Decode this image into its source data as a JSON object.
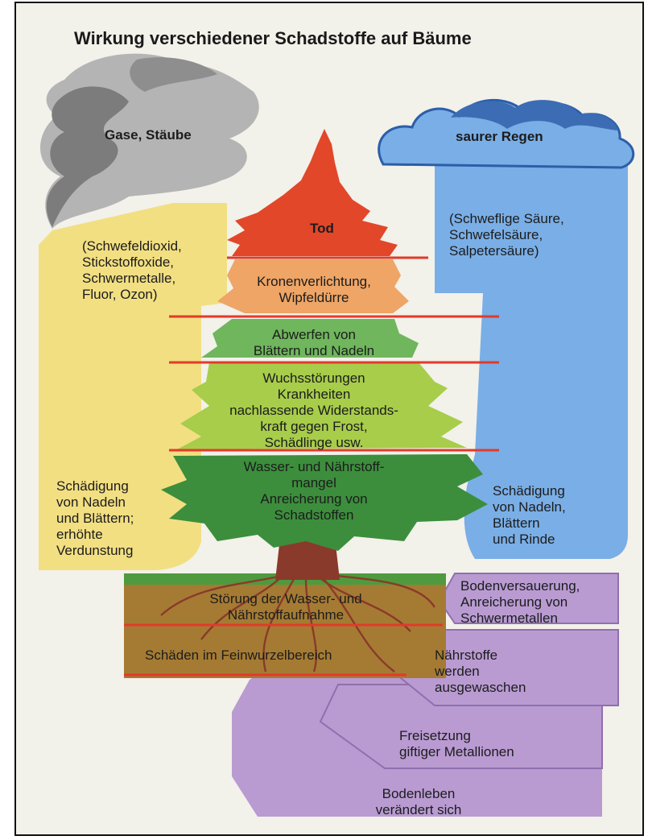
{
  "title": "Wirkung verschiedener Schadstoffe auf Bäume",
  "left_source": {
    "heading": "Gase, Stäube",
    "substances": "(Schwefeldioxid,\nStickstoffoxide,\nSchwermetalle,\nFluor, Ozon)",
    "effect": "Schädigung\nvon Nadeln\nund Blättern;\nerhöhte\nVerdunstung"
  },
  "right_source": {
    "heading": "saurer Regen",
    "substances": "(Schweflige Säure,\nSchwefelsäure,\nSalpetersäure)",
    "effect": "Schädigung\nvon Nadeln,\nBlättern\nund Rinde"
  },
  "tree_stages": [
    "Tod",
    "Kronenverlichtung,\nWipfeldürre",
    "Abwerfen von\nBlättern und Nadeln",
    "Wuchsstörungen\nKrankheiten\nnachlassende Widerstands-\nkraft gegen Frost,\nSchädlinge usw.",
    "Wasser- und Nährstoff-\nmangel\nAnreicherung von\nSchadstoffen"
  ],
  "soil_stages": [
    "Störung der Wasser- und\nNährstoffaufnahme",
    "Schäden im Feinwurzelbereich"
  ],
  "soil_effects": [
    "Bodenversauerung,\nAnreicherung von\nSchwermetallen",
    "Nährstoffe\nwerden\nausgewaschen",
    "Freisetzung\ngiftiger Metallionen",
    "Bodenleben\nverändert sich"
  ],
  "colors": {
    "smoke_dark": "#7c7c7c",
    "smoke_light": "#b4b4b4",
    "yellow_band": "#f2df82",
    "blue_band": "#7aaee6",
    "cloud_dark": "#3c6cb4",
    "purple": "#b99bd2",
    "tree_death": "#e2472a",
    "tree_crown": "#eea566",
    "tree_mid": "#6fb65c",
    "tree_light": "#a7cd4a",
    "tree_base": "#3c8e3c",
    "soil": "#a57b33",
    "roots": "#8a3a2a",
    "divider": "#e23a2a"
  }
}
